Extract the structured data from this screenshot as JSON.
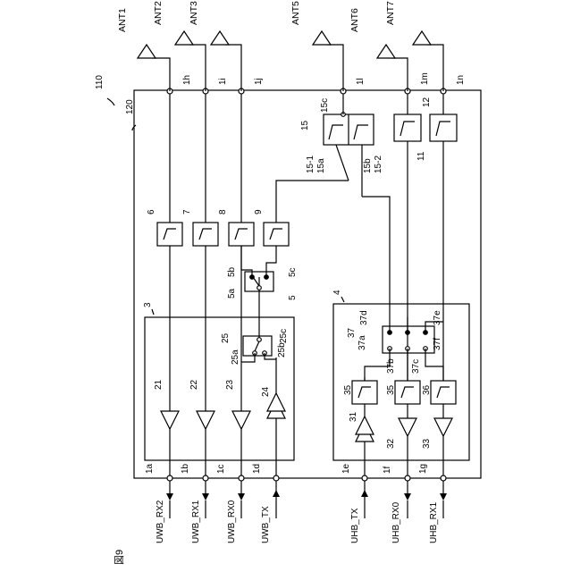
{
  "figure_label": "図9",
  "module": {
    "ref": "110",
    "substrate_ref": "120"
  },
  "antennas": [
    {
      "id": "ant1",
      "label": "ANT1"
    },
    {
      "id": "ant2",
      "label": "ANT2"
    },
    {
      "id": "ant3",
      "label": "ANT3"
    },
    {
      "id": "ant5",
      "label": "ANT5"
    },
    {
      "id": "ant6",
      "label": "ANT6"
    },
    {
      "id": "ant7",
      "label": "ANT7"
    }
  ],
  "antenna_terminals": [
    {
      "id": "1h",
      "label": "1h"
    },
    {
      "id": "1i",
      "label": "1i"
    },
    {
      "id": "1j",
      "label": "1j"
    },
    {
      "id": "1l",
      "label": "1l"
    },
    {
      "id": "1m",
      "label": "1m"
    },
    {
      "id": "1n",
      "label": "1n"
    }
  ],
  "signal_terminals": [
    {
      "id": "1a",
      "label": "1a",
      "signal": "UWB_RX2"
    },
    {
      "id": "1b",
      "label": "1b",
      "signal": "UWB_RX1"
    },
    {
      "id": "1c",
      "label": "1c",
      "signal": "UWB_RX0"
    },
    {
      "id": "1d",
      "label": "1d",
      "signal": "UWB_TX"
    },
    {
      "id": "1e",
      "label": "1e",
      "signal": "UHB_TX"
    },
    {
      "id": "1f",
      "label": "1f",
      "signal": "UHB_RX0"
    },
    {
      "id": "1g",
      "label": "1g",
      "signal": "UHB_RX1"
    }
  ],
  "uwb_filters": [
    {
      "id": "f6",
      "label": "6"
    },
    {
      "id": "f7",
      "label": "7"
    },
    {
      "id": "f8",
      "label": "8"
    },
    {
      "id": "f9",
      "label": "9"
    }
  ],
  "uhb_filters": [
    {
      "id": "f11",
      "label": "11"
    },
    {
      "id": "f12",
      "label": "12"
    }
  ],
  "diplexer": {
    "ref": "15",
    "common_port": "15c",
    "filter1": "15-1",
    "filter2": "15-2",
    "port_a": "15a",
    "port_b": "15b"
  },
  "switch5": {
    "ref": "5",
    "port_a": "5a",
    "port_b": "5b",
    "port_c": "5c"
  },
  "block3": {
    "ref": "3",
    "amps": [
      "21",
      "22",
      "23",
      "24"
    ],
    "switch": {
      "ref": "25",
      "port_a": "25a",
      "port_b": "25b",
      "port_c": "25c"
    }
  },
  "block4": {
    "ref": "4",
    "amps": [
      "31",
      "32",
      "33"
    ],
    "filters": [
      "35",
      "35",
      "36"
    ],
    "switch": {
      "ref": "37",
      "ports": [
        "37a",
        "37b",
        "37c",
        "37d",
        "37e",
        "37f"
      ]
    }
  }
}
